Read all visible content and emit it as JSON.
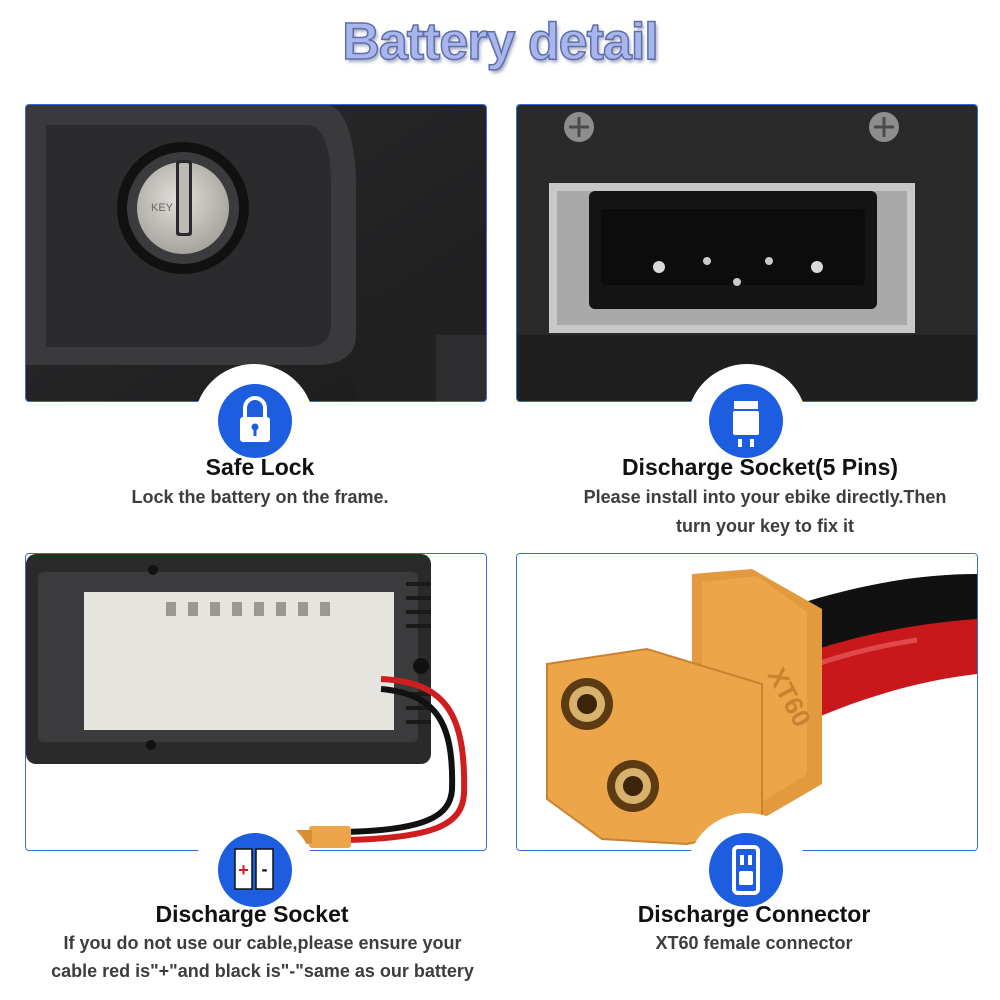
{
  "header": {
    "title": "Battery detail"
  },
  "features": [
    {
      "title": "Safe Lock",
      "icon": "padlock-icon",
      "lines": [
        "Lock the battery on the frame."
      ]
    },
    {
      "title": "Discharge Socket(5 Pins)",
      "icon": "plug-icon",
      "lines": [
        "Please install into your ebike directly.Then",
        "turn your key to fix it"
      ]
    },
    {
      "title": "Discharge Socket",
      "icon": "polarity-icon",
      "lines": [
        "If you do not use our cable,please ensure your",
        "cable red is\"+\"and black is\"-\"same as our battery"
      ]
    },
    {
      "title": "Discharge Connector",
      "icon": "connector-icon",
      "lines": [
        "XT60 female connector"
      ]
    }
  ],
  "labels": {
    "polarity_plus": "+",
    "polarity_minus": "-",
    "xt60_mark": "XT60",
    "lock_text": "KEY"
  },
  "colors": {
    "accent_blue": "#1d5de0",
    "panel_border": "#2f6ed3",
    "title_fill": "#a9b6ee",
    "connector_yellow": "#eda54a",
    "cable_red": "#d01e1e"
  }
}
